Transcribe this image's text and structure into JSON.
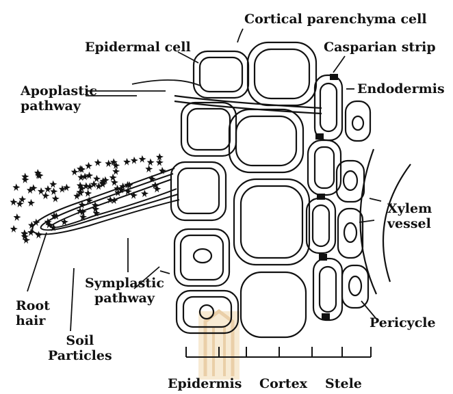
{
  "colors": {
    "ink": "#111111",
    "paper": "#ffffff",
    "watermark": "#e8c99a"
  },
  "labels": {
    "cortical_parenchyma_cell": "Cortical parenchyma cell",
    "epidermal_cell": "Epidermal cell",
    "casparian_strip": "Casparian strip",
    "apoplastic_line1": "Apoplastic",
    "apoplastic_line2": "pathway",
    "endodermis": "Endodermis",
    "xylem_line1": "Xylem",
    "xylem_line2": "vessel",
    "symplastic_line1": "Symplastic",
    "symplastic_line2": "pathway",
    "root_line1": "Root",
    "root_line2": "hair",
    "soil_line1": "Soil",
    "soil_line2": "Particles",
    "pericycle": "Pericycle",
    "epidermis": "Epidermis",
    "cortex": "Cortex",
    "stele": "Stele"
  },
  "watermark_icon": "logo-watermark"
}
